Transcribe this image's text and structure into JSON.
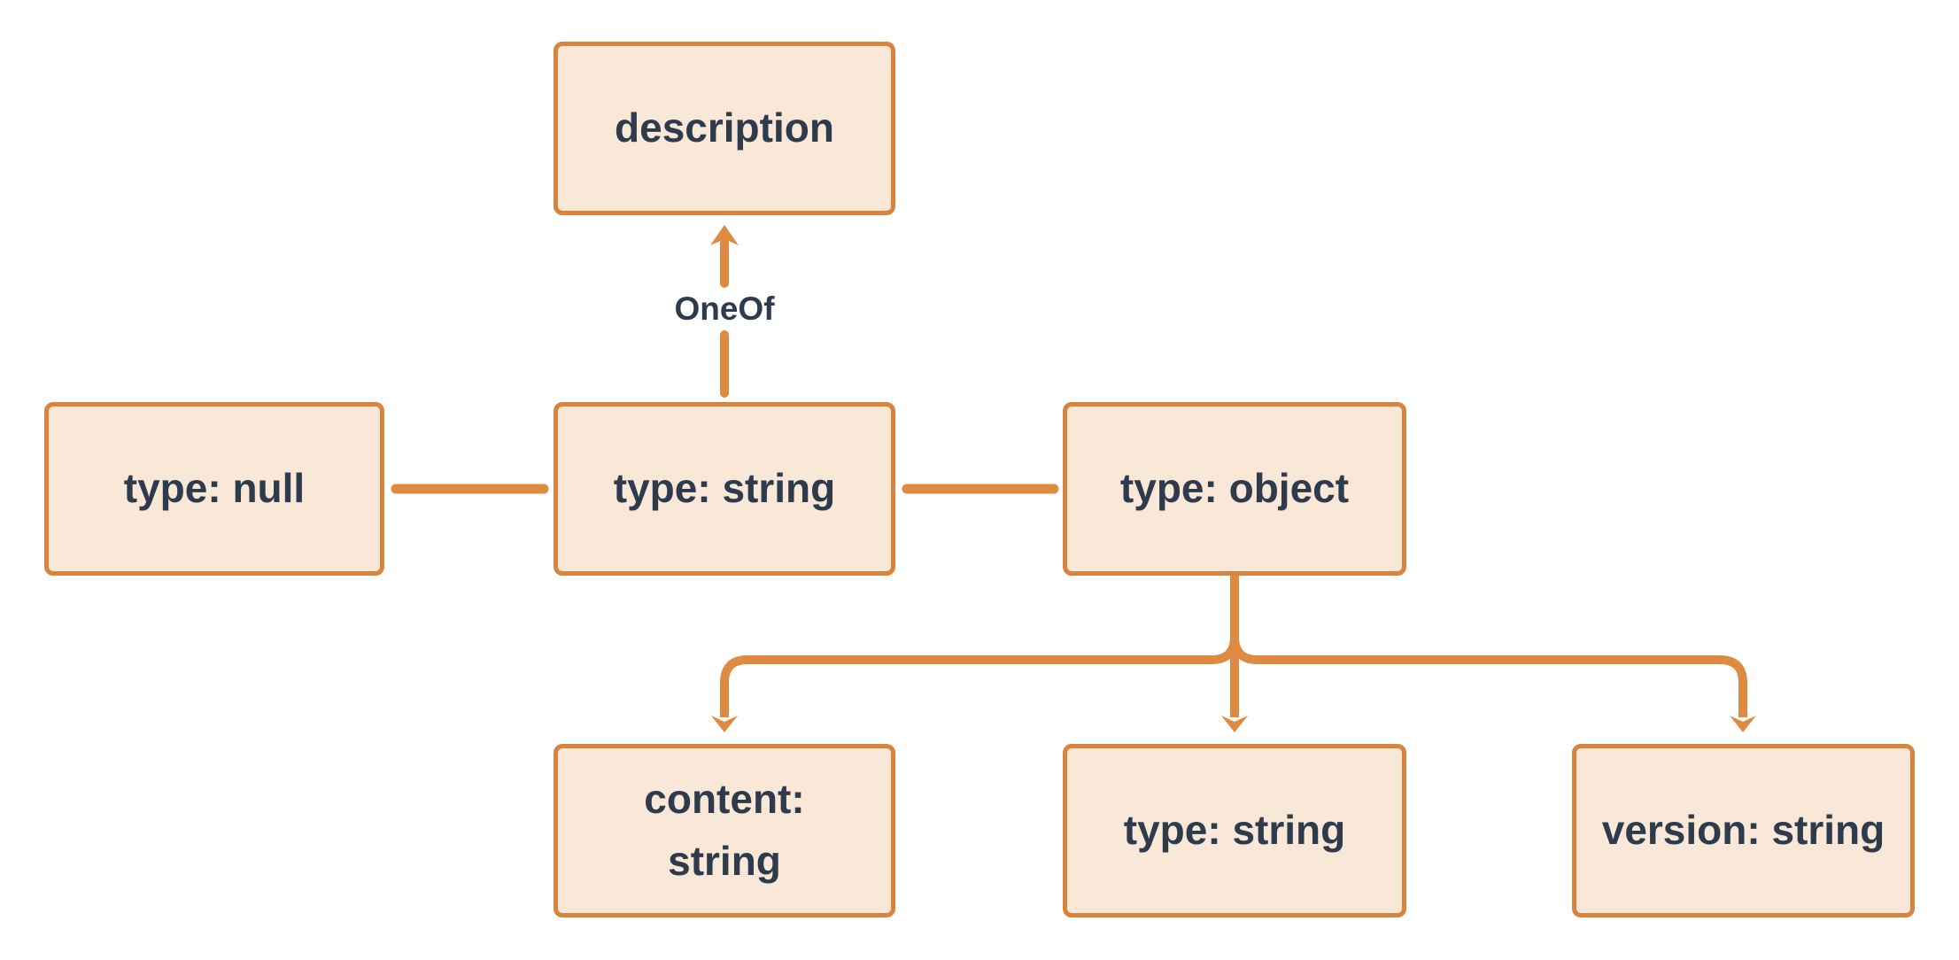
{
  "diagram": {
    "nodes": {
      "description": {
        "label": "description"
      },
      "type_null": {
        "label": "type: null"
      },
      "type_string_mid": {
        "label": "type: string"
      },
      "type_object": {
        "label": "type: object"
      },
      "content_string": {
        "line1": "content:",
        "line2": "string"
      },
      "type_string_bottom": {
        "label": "type: string"
      },
      "version_string": {
        "label": "version: string"
      }
    },
    "edges": [
      {
        "from": "type_string_mid",
        "to": "description",
        "label": "OneOf",
        "style": "arrow-up"
      },
      {
        "from": "type_null",
        "to": "type_string_mid",
        "label": "",
        "style": "plain-line"
      },
      {
        "from": "type_string_mid",
        "to": "type_object",
        "label": "",
        "style": "plain-line"
      },
      {
        "from": "type_object",
        "to": "content_string",
        "label": "",
        "style": "arrow-down"
      },
      {
        "from": "type_object",
        "to": "type_string_bottom",
        "label": "",
        "style": "arrow-down"
      },
      {
        "from": "type_object",
        "to": "version_string",
        "label": "",
        "style": "arrow-down"
      }
    ]
  },
  "colors": {
    "accent_orange": "#DE8A40",
    "node_fill": "#F9E7D8",
    "node_border": "#D9833C",
    "text_dark": "#2D3B4D",
    "background": "#FFFFFF"
  }
}
